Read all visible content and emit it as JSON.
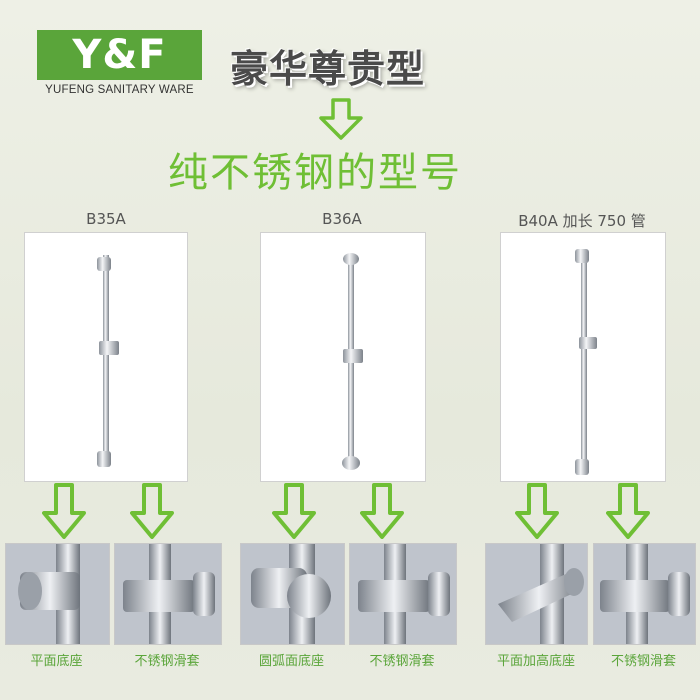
{
  "logo": {
    "text": "Y&F",
    "sub": "YUFENG SANITARY WARE"
  },
  "headline": "豪华尊贵型",
  "subhead": "纯不锈钢的型号",
  "models": [
    {
      "label": "B35A"
    },
    {
      "label": "B36A"
    },
    {
      "label": "B40A 加长 750 管"
    }
  ],
  "captions": [
    "平面底座",
    "不锈钢滑套",
    "圆弧面底座",
    "不锈钢滑套",
    "平面加高底座",
    "不锈钢滑套"
  ],
  "colors": {
    "accent": "#6fbf35",
    "logo_bg": "#5aa53a",
    "text": "#555555"
  }
}
